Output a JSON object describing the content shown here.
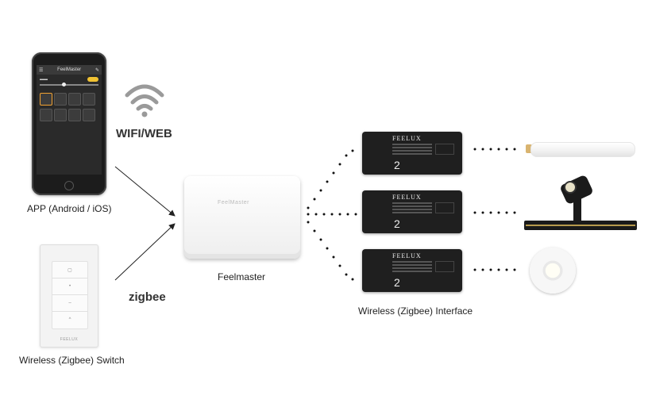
{
  "labels": {
    "app": "APP (Android / iOS)",
    "wifi": "WIFI/WEB",
    "zigbee": "zigbee",
    "hub": "Feelmaster",
    "switch": "Wireless (Zigbee) Switch",
    "interface": "Wireless (Zigbee) Interface"
  },
  "phone_app": {
    "title": "FeelMaster"
  },
  "switch_logo": "FEELUX",
  "hub_logo": "FeelMaster",
  "modules": [
    {
      "brand": "FEELUX",
      "num": "2"
    },
    {
      "brand": "FEELUX",
      "num": "2"
    },
    {
      "brand": "FEELUX",
      "num": "2"
    }
  ],
  "icons": [
    "wifi-icon",
    "arrow-icon",
    "dotted-connector",
    "tube-light",
    "track-spotlight",
    "downlight"
  ],
  "colors": {
    "arrow": "#222222",
    "wifi": "#9a9a9a",
    "dots": "#111111",
    "toggle": "#f1c232"
  }
}
